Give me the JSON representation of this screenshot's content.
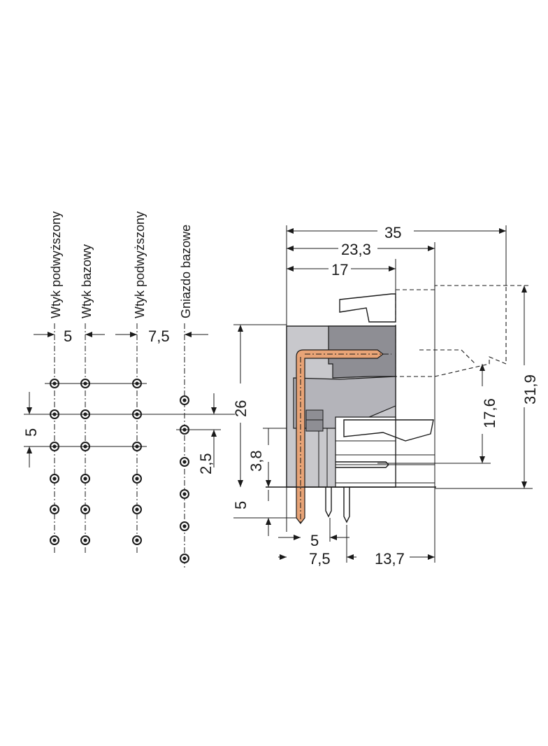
{
  "column_labels": {
    "col1": "Wtyk podwyższony",
    "col2": "Wtyk bazowy",
    "col3": "Wtyk podwyższony",
    "col4": "Gniazdo bazowe"
  },
  "pitch_labels": {
    "pitch_left": "5",
    "pitch_right": "7,5",
    "vertical_pitch": "5",
    "offset": "2,5"
  },
  "side_view_dims": {
    "d35": "35",
    "d23_3": "23,3",
    "d17": "17",
    "d26": "26",
    "d3_8": "3,8",
    "d5_pin": "5",
    "d5_bottom": "5",
    "d7_5": "7,5",
    "d13_7": "13,7",
    "d17_6": "17,6",
    "d31_9": "31,9"
  },
  "colors": {
    "ink": "#1a1a1a",
    "housing_gray": "#c8c8cc",
    "housing_dark": "#8e8e94",
    "pin_copper": "#e8a477"
  }
}
